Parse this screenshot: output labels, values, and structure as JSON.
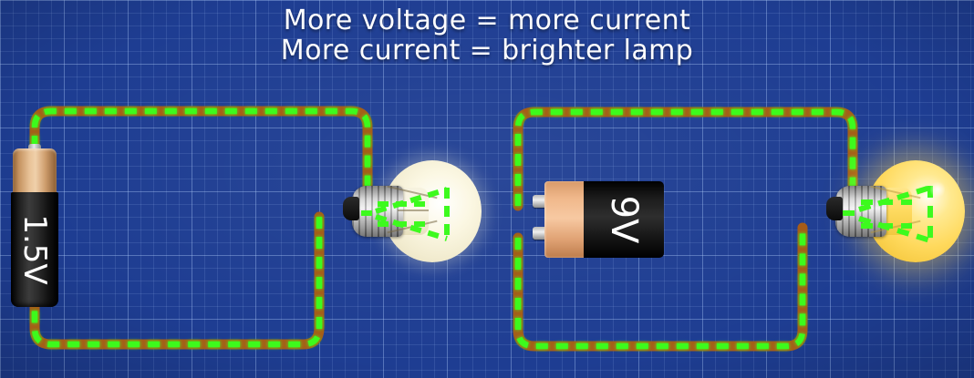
{
  "scene": {
    "title": "series circuit voltage comparison",
    "background_color": "#1e3d92",
    "grid_color": "#96b4eb"
  },
  "caption": {
    "line1": "More voltage = more current",
    "line2": "More current = brighter lamp",
    "color": "#fdfdff"
  },
  "circuits": [
    {
      "id": "left-circuit",
      "battery": {
        "type": "AA cell",
        "voltage_label": "1.5V",
        "body_color": "#1d1d1d",
        "cap_color": "#e8c297"
      },
      "lamp": {
        "brightness": "dim",
        "glass_color": "#f2ecd0",
        "base_color": "#a8a8a8"
      },
      "wire": {
        "conductor_color": "#b5651d",
        "current_color": "#3dfa1e"
      }
    },
    {
      "id": "right-circuit",
      "battery": {
        "type": "9 volt block",
        "voltage_label": "9V",
        "body_color": "#141414",
        "cap_color": "#f0b88b"
      },
      "lamp": {
        "brightness": "bright",
        "glass_color": "#ffd95c",
        "base_color": "#a8a8a8"
      },
      "wire": {
        "conductor_color": "#b5651d",
        "current_color": "#3dfa1e"
      }
    }
  ],
  "legend": {
    "wire_copper": "#b5651d",
    "current_flow_green": "#3dfa1e"
  }
}
